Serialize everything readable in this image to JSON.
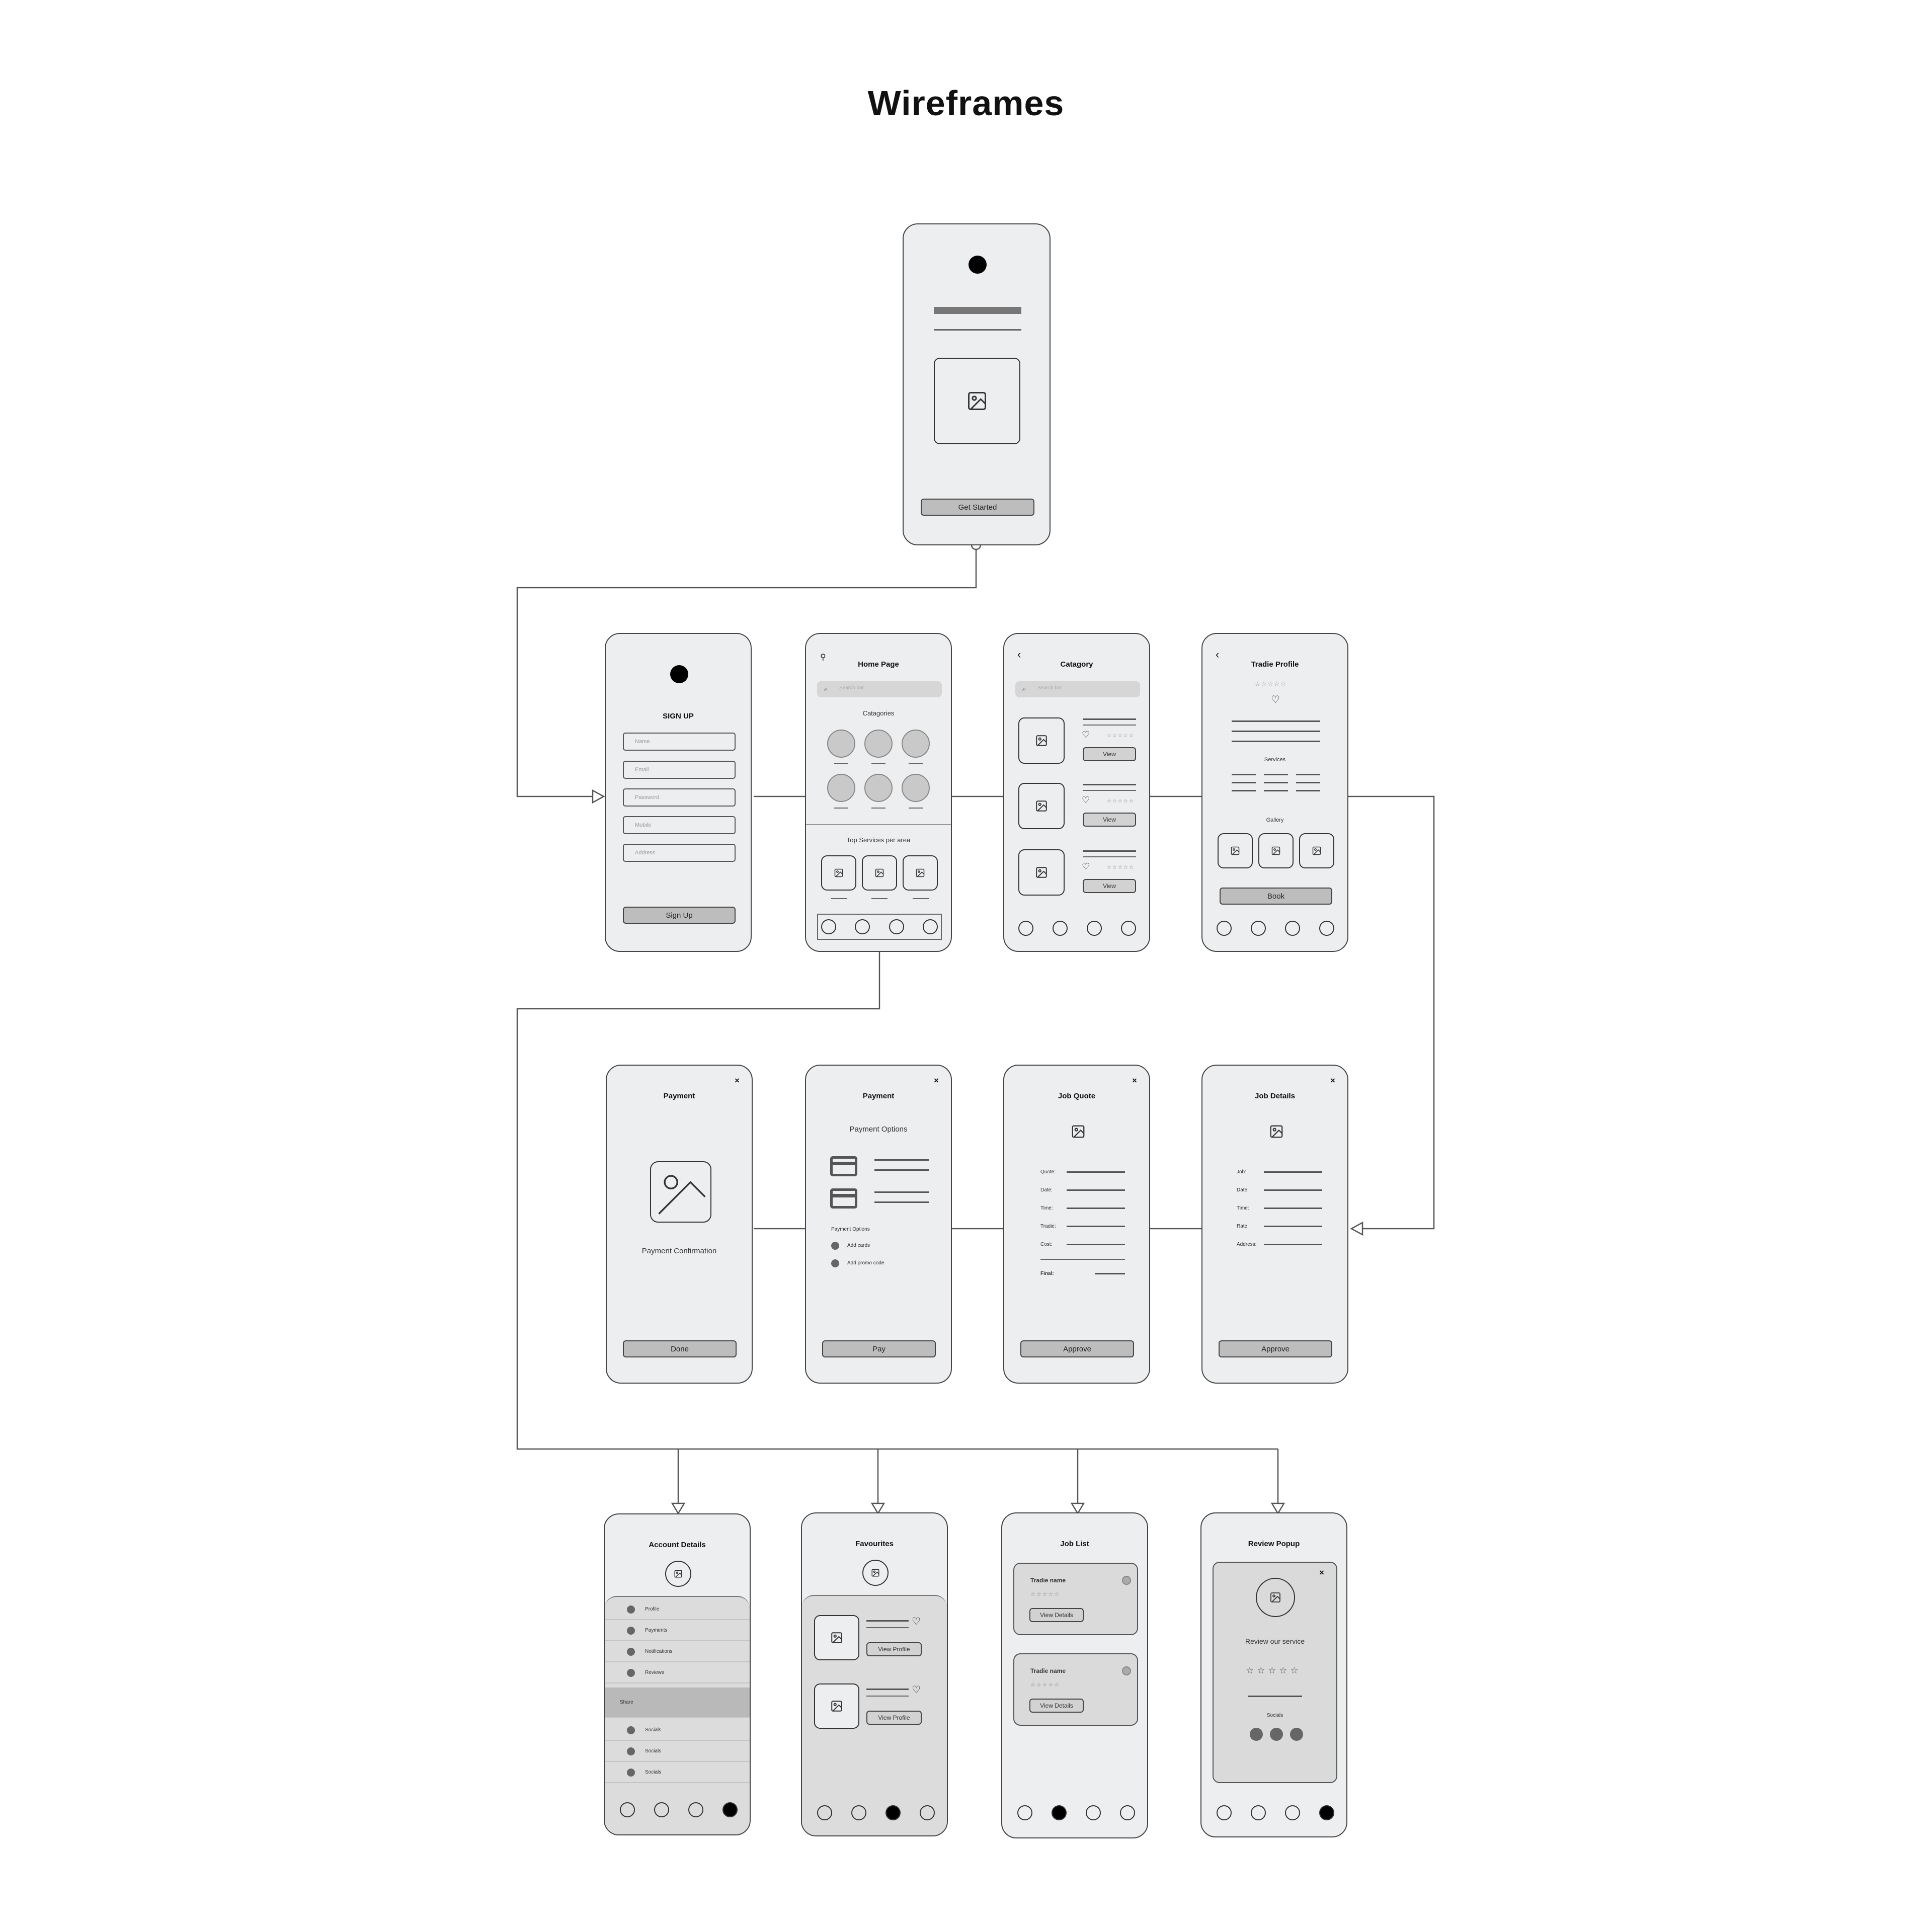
{
  "title": "Wireframes",
  "screens": {
    "start": {
      "button": "Get Started"
    },
    "signup": {
      "heading": "SIGN UP",
      "fields": [
        "Name",
        "Email",
        "Password",
        "Mobile",
        "Address"
      ],
      "button": "Sign Up"
    },
    "home": {
      "heading": "Home Page",
      "search": "Search bar",
      "categories_label": "Catagories",
      "top_label": "Top Services per area"
    },
    "category": {
      "back": "‹",
      "heading": "Catagory",
      "search": "Search bar",
      "view": "View"
    },
    "tradie": {
      "back": "‹",
      "heading": "Tradie Profile",
      "services": "Services",
      "gallery": "Gallery",
      "button": "Book"
    },
    "payment_confirm": {
      "heading": "Payment",
      "caption": "Payment Confirmation",
      "button": "Done",
      "close": "×"
    },
    "payment": {
      "heading": "Payment",
      "subheading": "Payment Options",
      "options_label": "Payment Options",
      "add_cards": "Add cards",
      "add_promo": "Add promo code",
      "button": "Pay",
      "close": "×"
    },
    "quote": {
      "heading": "Job Quote",
      "fields": [
        "Quote:",
        "Date:",
        "Time:",
        "Tradie:",
        "Cost:"
      ],
      "final": "Final:",
      "button": "Approve",
      "close": "×"
    },
    "job_details": {
      "heading": "Job Details",
      "fields": [
        "Job:",
        "Date:",
        "Time:",
        "Rate:",
        "Address:"
      ],
      "button": "Approve",
      "close": "×"
    },
    "account": {
      "heading": "Account Details",
      "items": [
        "Profile",
        "Payments",
        "Notifications",
        "Reviews"
      ],
      "share": "Share",
      "socials": [
        "Socials",
        "Socials",
        "Socials"
      ]
    },
    "favourites": {
      "heading": "Favourites",
      "view_profile": "View Profile"
    },
    "joblist": {
      "heading": "Job List",
      "tradie": "Tradie name",
      "view_details": "View Details"
    },
    "review": {
      "heading": "Review Popup",
      "prompt": "Review our service",
      "socials": "Socials",
      "close": "×"
    }
  },
  "stars": "☆☆☆☆☆",
  "colors": {
    "screen_bg": "#eceef0",
    "button_bg": "#bdbdbd",
    "outline": "#444444",
    "connector": "#555555"
  }
}
